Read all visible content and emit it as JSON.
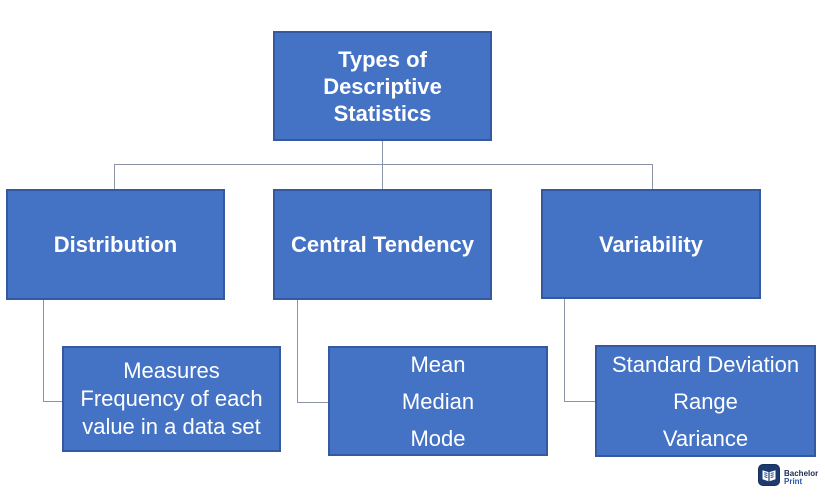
{
  "palette": {
    "node_fill": "#4472c4",
    "node_border": "#35599f",
    "node_text": "#ffffff",
    "connector": "#8b94a5",
    "background": "#ffffff"
  },
  "nodes": {
    "root": {
      "lines": [
        "Types of",
        "Descriptive",
        "Statistics"
      ]
    },
    "distribution": {
      "label": "Distribution"
    },
    "central_tendency": {
      "label": "Central Tendency"
    },
    "variability": {
      "label": "Variability"
    },
    "distribution_detail": {
      "lines": [
        "Measures",
        "Frequency of each",
        "value in a data set"
      ]
    },
    "central_tendency_detail": {
      "lines": [
        "Mean",
        "Median",
        "Mode"
      ]
    },
    "variability_detail": {
      "lines": [
        "Standard Deviation",
        "Range",
        "Variance"
      ]
    }
  },
  "logo": {
    "line1": "Bachelor",
    "line2": "Print"
  }
}
